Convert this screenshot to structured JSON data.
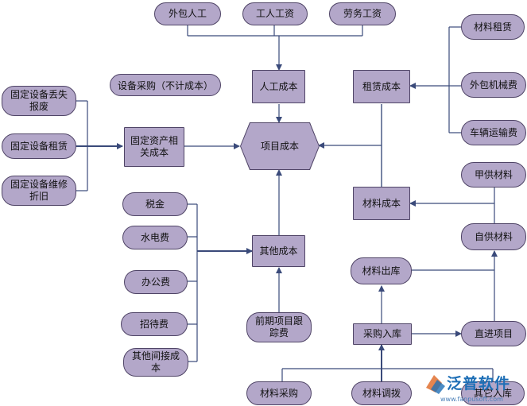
{
  "nodes": {
    "waibao_rengong": "外包人工",
    "gongren_gongzi": "工人工资",
    "laowu_gongzi": "劳务工资",
    "cailiao_zulin": "材料租赁",
    "waibao_jixie": "外包机械费",
    "cheliang_yunshu": "车辆运输费",
    "rengong_chengben": "人工成本",
    "zulin_chengben": "租赁成本",
    "shebei_caigou_note": "设备采购（不计成本）",
    "guding_diushi_1": "固定设备丢失",
    "guding_diushi_2": "报废",
    "guding_zulin": "固定设备租赁",
    "guding_weixiu_1": "固定设备维修",
    "guding_weixiu_2": "折旧",
    "guding_zichan_1": "固定资产相",
    "guding_zichan_2": "关成本",
    "xiangmu_chengben": "项目成本",
    "jiagong_cailiao": "甲供材料",
    "zigong_cailiao": "自供材料",
    "cailiao_chengben": "材料成本",
    "shuijin": "税金",
    "shuidian": "水电费",
    "bangong": "办公费",
    "zhaodai": "招待费",
    "qita_jianjie_1": "其他间接成",
    "qita_jianjie_2": "本",
    "qita_chengben": "其他成本",
    "qianqi_1": "前期项目跟",
    "qianqi_2": "踪费",
    "cailiao_chuku": "材料出库",
    "caigou_ruku": "采购入库",
    "zhijin_xiangmu": "直进项目",
    "cailiao_caigou": "材料采购",
    "cailiao_tiaobo": "材料调拨",
    "qita_ruku": "其它入库"
  },
  "logo": {
    "text": "泛普软件",
    "url": "www.fanpusoft.com"
  },
  "colors": {
    "node_fill": "#b3a7c9",
    "node_border": "#4f4466",
    "connector": "#3a4a7a",
    "logo_blue": "#1e6fb6"
  }
}
